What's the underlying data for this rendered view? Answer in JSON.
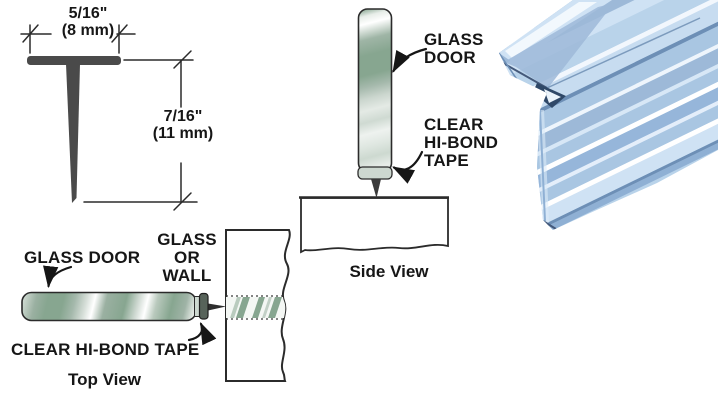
{
  "figure": {
    "dimension_drawing": {
      "width_dim_line1": "5/16\"",
      "width_dim_line2": "(8 mm)",
      "height_dim_line1": "7/16\"",
      "height_dim_line2": "(11 mm)"
    },
    "side_view": {
      "glass_label_line1": "GLASS",
      "glass_label_line2": "DOOR",
      "tape_label_line1": "CLEAR",
      "tape_label_line2": "HI-BOND",
      "tape_label_line3": "TAPE",
      "caption": "Side View"
    },
    "top_view": {
      "glass_label": "GLASS DOOR",
      "wall_label_line1": "GLASS",
      "wall_label_line2": "OR",
      "wall_label_line3": "WALL",
      "tape_label": "CLEAR HI-BOND TAPE",
      "caption": "Top View"
    },
    "colors": {
      "line": "#2b2b2b",
      "profile_gray": "#4a4a4a",
      "glass_green": "#87a690",
      "product_blue": "#a9c6e2",
      "product_blue_dark": "#5d7fa6",
      "product_blue_light": "#d7e7f6"
    }
  }
}
